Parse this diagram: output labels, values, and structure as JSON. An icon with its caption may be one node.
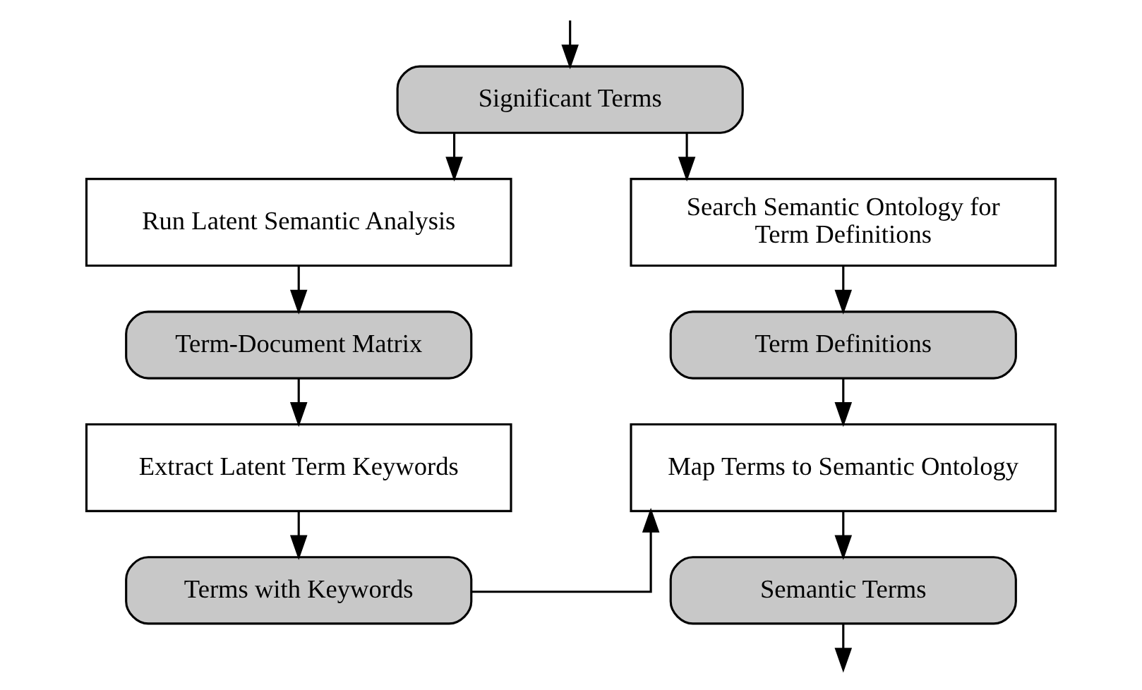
{
  "diagram": {
    "nodes": [
      {
        "text": [
          "Significant Terms"
        ]
      },
      {
        "text": [
          "Run Latent Semantic Analysis"
        ]
      },
      {
        "text": [
          "Term-Document Matrix"
        ]
      },
      {
        "text": [
          "Extract Latent Term Keywords"
        ]
      },
      {
        "text": [
          "Terms with Keywords"
        ]
      },
      {
        "text": [
          "Search Semantic Ontology for Term Definitions"
        ]
      },
      {
        "text": [
          "Term Definitions"
        ]
      },
      {
        "text": [
          "Map Terms to Semantic Ontology"
        ]
      },
      {
        "text": [
          "Semantic Terms"
        ]
      }
    ],
    "edges": [
      {
        "from": null,
        "to": 0,
        "arrow": "to"
      },
      {
        "from": 0,
        "to": 1,
        "arrow": "to"
      },
      {
        "from": 0,
        "to": 5,
        "arrow": "to"
      },
      {
        "from": 1,
        "to": 2,
        "arrow": "to"
      },
      {
        "from": 2,
        "to": 3,
        "arrow": "to"
      },
      {
        "from": 3,
        "to": 4,
        "arrow": "to"
      },
      {
        "from": 4,
        "to": 7,
        "arrow": "to"
      },
      {
        "from": 5,
        "to": 6,
        "arrow": "to"
      },
      {
        "from": 6,
        "to": 7,
        "arrow": "to"
      },
      {
        "from": 7,
        "to": 8,
        "arrow": "to"
      },
      {
        "from": 8,
        "to": null,
        "arrow": "to"
      }
    ]
  }
}
